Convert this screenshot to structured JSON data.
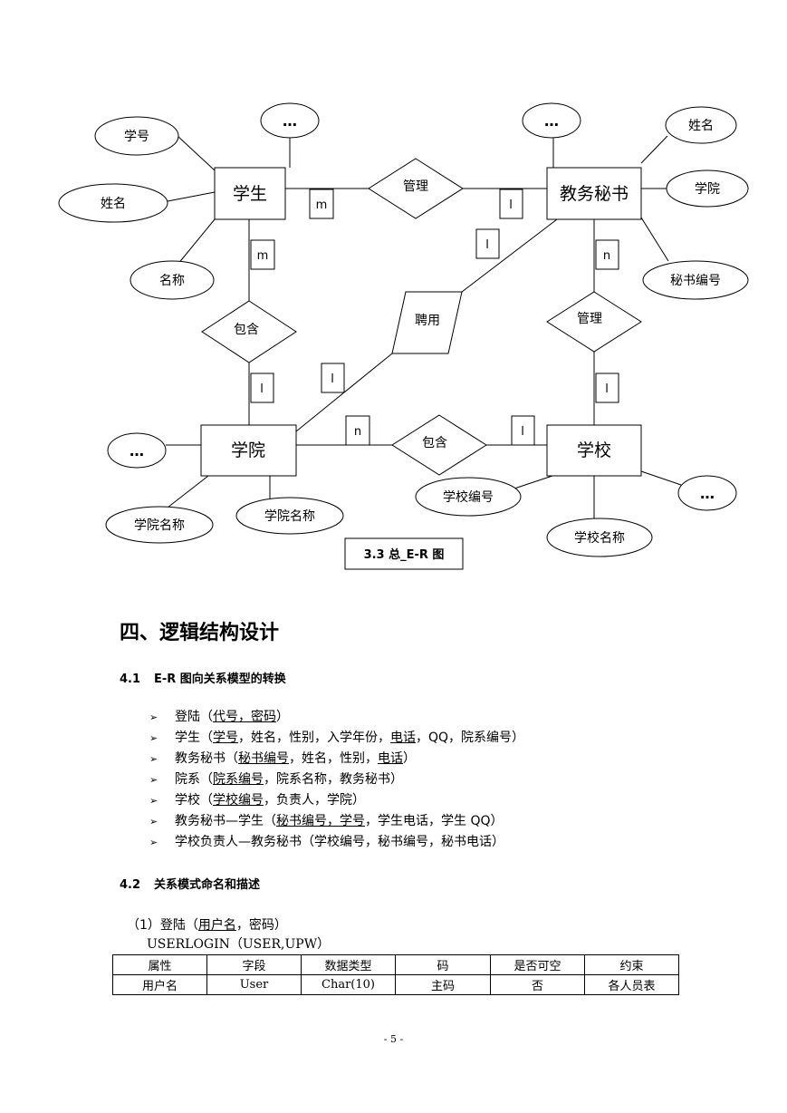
{
  "diagram": {
    "entities": {
      "student": "学生",
      "secretary": "教务秘书",
      "college": "学院",
      "school": "学校"
    },
    "relationships": {
      "manage_top": "管理",
      "contain_left": "包含",
      "employ": "聘用",
      "manage_right": "管理",
      "contain_bottom": "包含"
    },
    "attributes": {
      "student_id": "学号",
      "student_name": "姓名",
      "student_title": "名称",
      "student_more": "…",
      "secretary_more": "…",
      "secretary_name": "姓名",
      "secretary_college": "学院",
      "secretary_no": "秘书编号",
      "college_more": "…",
      "college_name1": "学院名称",
      "college_name2": "学院名称",
      "school_no": "学校编号",
      "school_name": "学校名称",
      "school_more": "…"
    },
    "cardinalities": {
      "c1": "m",
      "c2": "l",
      "c3": "m",
      "c4": "l",
      "c5": "n",
      "c6": "l",
      "c7": "l",
      "c8": "l",
      "c9": "n",
      "c10": "l"
    },
    "caption": "3.3 总_E-R 图"
  },
  "section": {
    "heading": "四、逻辑结构设计",
    "sub1_num": "4.1",
    "sub1_title": "E-R 图向关系模型的转换",
    "sub2_num": "4.2",
    "sub2_title": "关系模式命名和描述"
  },
  "relations": [
    {
      "pre": "登陆（",
      "u": "代号，密码",
      "post": "）"
    },
    {
      "pre": "学生（",
      "u": "学号",
      "mid": "，姓名，性别，入学年份，",
      "u2": "电话",
      "post": "，QQ，院系编号）"
    },
    {
      "pre": "教务秘书（",
      "u": "秘书编号",
      "mid": "，姓名，性别，",
      "u2": "电话",
      "post": "）"
    },
    {
      "pre": "院系（",
      "u": "院系编号",
      "post": "，院系名称，教务秘书）"
    },
    {
      "pre": "学校（",
      "u": "学校编号",
      "post": "，负责人，学院）"
    },
    {
      "pre": "教务秘书—学生（",
      "u": "秘书编号，学号",
      "post": "，学生电话，学生 QQ）"
    },
    {
      "pre": "学校负责人—教务秘书（学校编号，秘书编号，秘书电话）"
    }
  ],
  "login": {
    "para_pre": "（1）登陆（",
    "para_u": "用户名",
    "para_post": "，密码）",
    "schema": "USERLOGIN（USER,UPW）"
  },
  "table": {
    "headers": [
      "属性",
      "字段",
      "数据类型",
      "码",
      "是否可空",
      "约束"
    ],
    "rows": [
      [
        "用户名",
        "User",
        "Char(10)",
        "主码",
        "否",
        "各人员表"
      ]
    ]
  },
  "page_number": "- 5 -"
}
